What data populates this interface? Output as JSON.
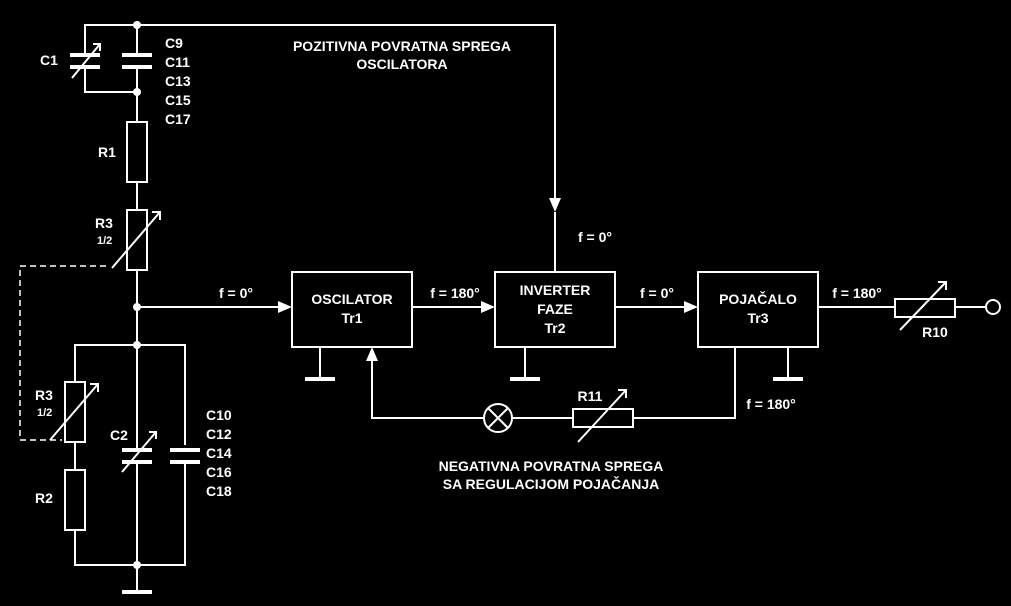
{
  "labels": {
    "c1": "C1",
    "c9_group": [
      "C9",
      "C11",
      "C13",
      "C15",
      "C17"
    ],
    "r1": "R1",
    "r3_upper": "R3",
    "r3_upper_frac": "1/2",
    "r3_lower": "R3",
    "r3_lower_frac": "1/2",
    "r2": "R2",
    "c2": "C2",
    "c10_group": [
      "C10",
      "C12",
      "C14",
      "C16",
      "C18"
    ],
    "r10": "R10",
    "r11": "R11"
  },
  "blocks": {
    "oscillator": {
      "line1": "OSCILATOR",
      "line2": "Tr1"
    },
    "inverter": {
      "line1": "INVERTER",
      "line2": "FAZE",
      "line3": "Tr2"
    },
    "amplifier": {
      "line1": "POJAČALO",
      "line2": "Tr3"
    }
  },
  "phases": {
    "to_oscillator": "f = 0°",
    "osc_to_inverter": "f = 180°",
    "inverter_to_amp": "f = 0°",
    "inverter_up": "f = 0°",
    "amp_out": "f = 180°",
    "amp_feedback": "f = 180°"
  },
  "annotations": {
    "positive_feedback_1": "POZITIVNA POVRATNA SPREGA",
    "positive_feedback_2": "OSCILATORA",
    "negative_feedback_1": "NEGATIVNA POVRATNA SPREGA",
    "negative_feedback_2": "SA REGULACIJOM POJAČANJA"
  }
}
